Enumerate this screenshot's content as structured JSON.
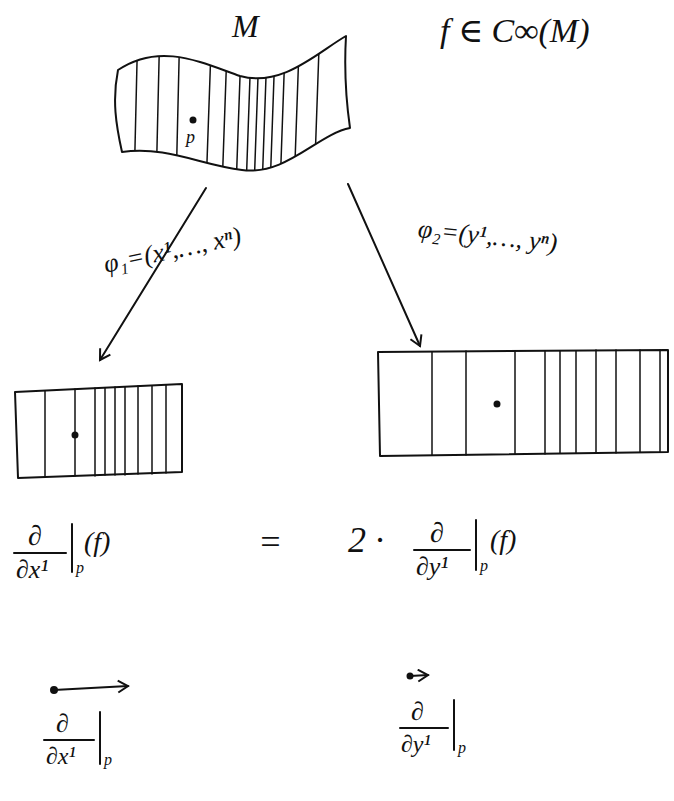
{
  "diagram": {
    "labels": [
      "M",
      "f ∈ C∞(M)",
      "p",
      "φ₁=(x¹,…, xⁿ)",
      "φ₂=(y¹,…, yⁿ)",
      "∂",
      "∂x¹",
      "p",
      "(f)",
      "=",
      "2 ·",
      "∂",
      "∂y¹",
      "p",
      "(f)",
      "∂",
      "∂x¹",
      "p",
      "∂",
      "∂y¹",
      "p"
    ]
  }
}
